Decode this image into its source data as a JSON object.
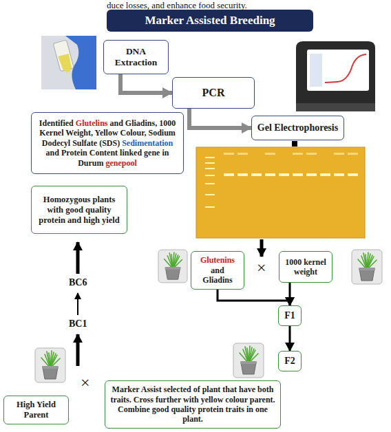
{
  "diagram": {
    "title": "Marker Assisted Breeding",
    "nodes": [
      {
        "text": [
          "DNA Extraction"
        ]
      },
      {
        "text": [
          "PCR"
        ]
      },
      {
        "text": [
          "Gel Electrophoresis"
        ]
      },
      {
        "text": [
          "Identified Glutelins and Gliadins, 1000 Kernel Weight, Yellow Colour, Sodium Dodecyl Sulfate (SDS) Sedimentation and Protein Content linked gene in Durum genepool"
        ]
      },
      {
        "text": [
          "Homozygous plants with good quality protein and high yield"
        ]
      },
      {
        "text": [
          "Glutenins and Gliadins"
        ]
      },
      {
        "text": [
          "1000 kernel weight"
        ]
      },
      {
        "text": [
          "F1"
        ]
      },
      {
        "text": [
          "F2"
        ]
      },
      {
        "text": [
          "Marker Assist selected of plant that have both traits. Cross further with yellow colour parent. Combine good quality protein traits in one plant."
        ]
      },
      {
        "text": [
          "High Yield Parent"
        ]
      }
    ],
    "edges": [
      {
        "from": 0,
        "to": 1,
        "arrow": "to"
      },
      {
        "from": 1,
        "to": 2,
        "arrow": "to"
      },
      {
        "from": 5,
        "to": 7,
        "arrow": "to"
      },
      {
        "from": 6,
        "to": 7,
        "arrow": "to"
      },
      {
        "from": 7,
        "to": 8,
        "arrow": "to"
      }
    ],
    "labels": [
      "duce losses, and enhance food security.",
      "×",
      "×",
      "BC1",
      "BC6"
    ]
  }
}
